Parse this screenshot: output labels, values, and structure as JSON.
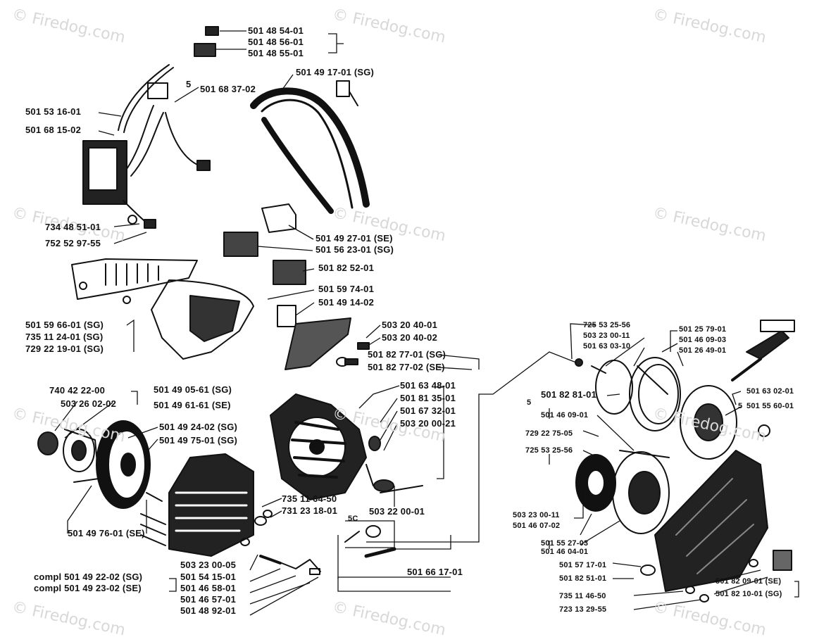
{
  "watermark": "© Firedog.com",
  "labels": [
    "501 48 54-01",
    "501 48 56-01",
    "501 48 55-01",
    "501 49 17-01 (SG)",
    "5",
    "501 68 37-02",
    "501 53 16-01",
    "501 68 15-02",
    "734 48 51-01",
    "752 52 97-55",
    "501 49 27-01 (SE)",
    "501 56 23-01 (SG)",
    "501 82 52-01",
    "501 59 74-01",
    "501 49 14-02",
    "501 59 66-01 (SG)",
    "735 11 24-01 (SG)",
    "729 22 19-01 (SG)",
    "503 20 40-01",
    "503 20 40-02",
    "501 82 77-01 (SG)",
    "501 82 77-02 (SE)",
    "740 42 22-00",
    "503 26 02-02",
    "501 49 05-61 (SG)",
    "501 49 61-61 (SE)",
    "501 49 24-02 (SG)",
    "501 49 75-01 (SG)",
    "501 63 48-01",
    "501 81 35-01",
    "501 67 32-01",
    "503 20 00-21",
    "501 49 76-01 (SE)",
    "735 11 64-50",
    "731 23 18-01",
    "503 22 00-01",
    "5C",
    "503 23 00-05",
    "501 54 15-01",
    "501 46 58-01",
    "501 46 57-01",
    "501 48 92-01",
    "compl 501 49 22-02 (SG)",
    "compl 501 49 23-02 (SE)",
    "501 66 17-01",
    "725 53 25-56",
    "503 23 00-11",
    "501 63 03-10",
    "501 25 79-01",
    "501 46 09-03",
    "501 26 49-01",
    "501 82 81-01",
    "5",
    "501 46 09-01",
    "501 63 02-01",
    "5",
    "501 55 60-01",
    "729 22 75-05",
    "725 53 25-56",
    "503 23 00-11",
    "501 46 07-02",
    "501 55 27-03",
    "501 46 04-01",
    "501 57 17-01",
    "501 82 51-01",
    "735 11 46-50",
    "723 13 29-55",
    "501 82 09-01 (SE)",
    "501 82 10-01 (SG)"
  ]
}
